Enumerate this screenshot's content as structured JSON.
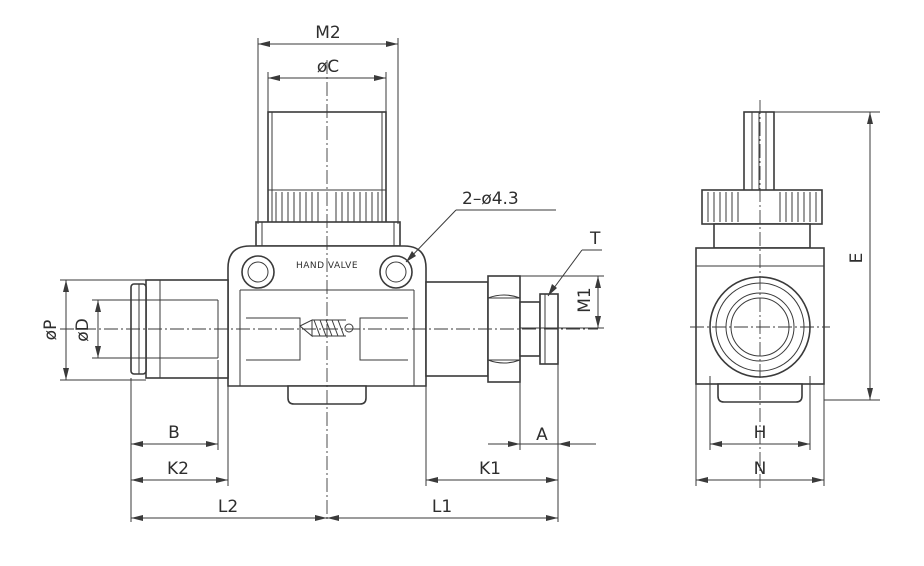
{
  "labels": {
    "M2": "M2",
    "C": "øC",
    "holes": "2–ø4.3",
    "T": "T",
    "M1": "M1",
    "P": "øP",
    "D": "øD",
    "B": "B",
    "K2": "K2",
    "L2": "L2",
    "A": "A",
    "K1": "K1",
    "L1": "L1",
    "E": "E",
    "H": "H",
    "N": "N",
    "hand_valve": "HAND VALVE"
  }
}
